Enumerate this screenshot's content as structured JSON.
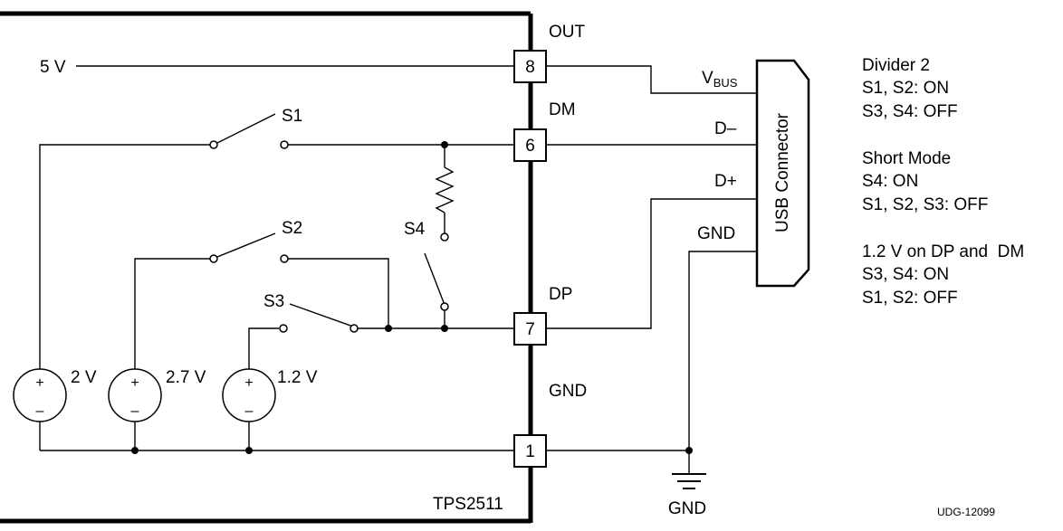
{
  "chip": {
    "name": "TPS2511"
  },
  "pins": {
    "out": {
      "number": "8",
      "label": "OUT"
    },
    "dm": {
      "number": "6",
      "label": "DM"
    },
    "dp": {
      "number": "7",
      "label": "DP"
    },
    "gnd": {
      "number": "1",
      "label": "GND"
    }
  },
  "supply": {
    "label": "5 V"
  },
  "sources": [
    {
      "label": "2 V",
      "plus": "+",
      "minus": "–"
    },
    {
      "label": "2.7 V",
      "plus": "+",
      "minus": "–"
    },
    {
      "label": "1.2 V",
      "plus": "+",
      "minus": "–"
    }
  ],
  "switches": {
    "s1": "S1",
    "s2": "S2",
    "s3": "S3",
    "s4": "S4"
  },
  "usb": {
    "connector_label": "USB Connector",
    "vbus_main": "V",
    "vbus_sub": "BUS",
    "dminus": "D–",
    "dplus": "D+",
    "gnd": "GND"
  },
  "ground_symbol_label": "GND",
  "notes": {
    "divider": [
      "Divider 2",
      "S1, S2: ON",
      "S3, S4: OFF"
    ],
    "short": [
      "Short Mode",
      "S4: ON",
      "S1, S2, S3: OFF"
    ],
    "v12": [
      "1.2 V on DP and  DM",
      "S3, S4: ON",
      "S1, S2: OFF"
    ]
  },
  "figure_id": "UDG-12099"
}
